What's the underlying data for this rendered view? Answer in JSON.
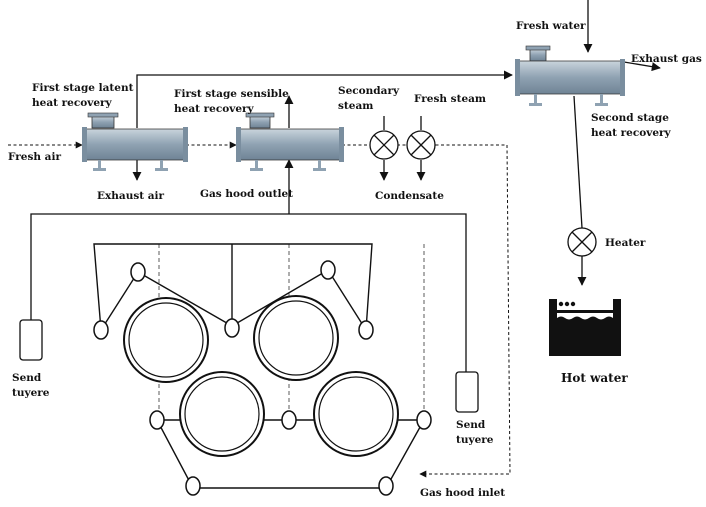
{
  "labels": {
    "fresh_water": "Fresh water",
    "exhaust_gas": "Exhaust gas",
    "first_latent_l1": "First stage latent",
    "first_latent_l2": "heat recovery",
    "first_sensible_l1": "First stage sensible",
    "first_sensible_l2": "heat recovery",
    "secondary_steam_l1": "Secondary",
    "secondary_steam_l2": "steam",
    "fresh_steam": "Fresh steam",
    "second_stage_l1": "Second stage",
    "second_stage_l2": "heat recovery",
    "fresh_air": "Fresh air",
    "exhaust_air": "Exhaust air",
    "gas_hood_outlet": "Gas hood outlet",
    "condensate": "Condensate",
    "heater": "Heater",
    "hot_water": "Hot water",
    "send_tuyere_left_l1": "Send",
    "send_tuyere_left_l2": "tuyere",
    "send_tuyere_right_l1": "Send",
    "send_tuyere_right_l2": "tuyere",
    "gas_hood_inlet": "Gas hood inlet"
  },
  "colors": {
    "line": "#111111",
    "exchanger_body": "#8fa2b2",
    "exchanger_light": "#c9d4dc",
    "tank": "#111111"
  }
}
